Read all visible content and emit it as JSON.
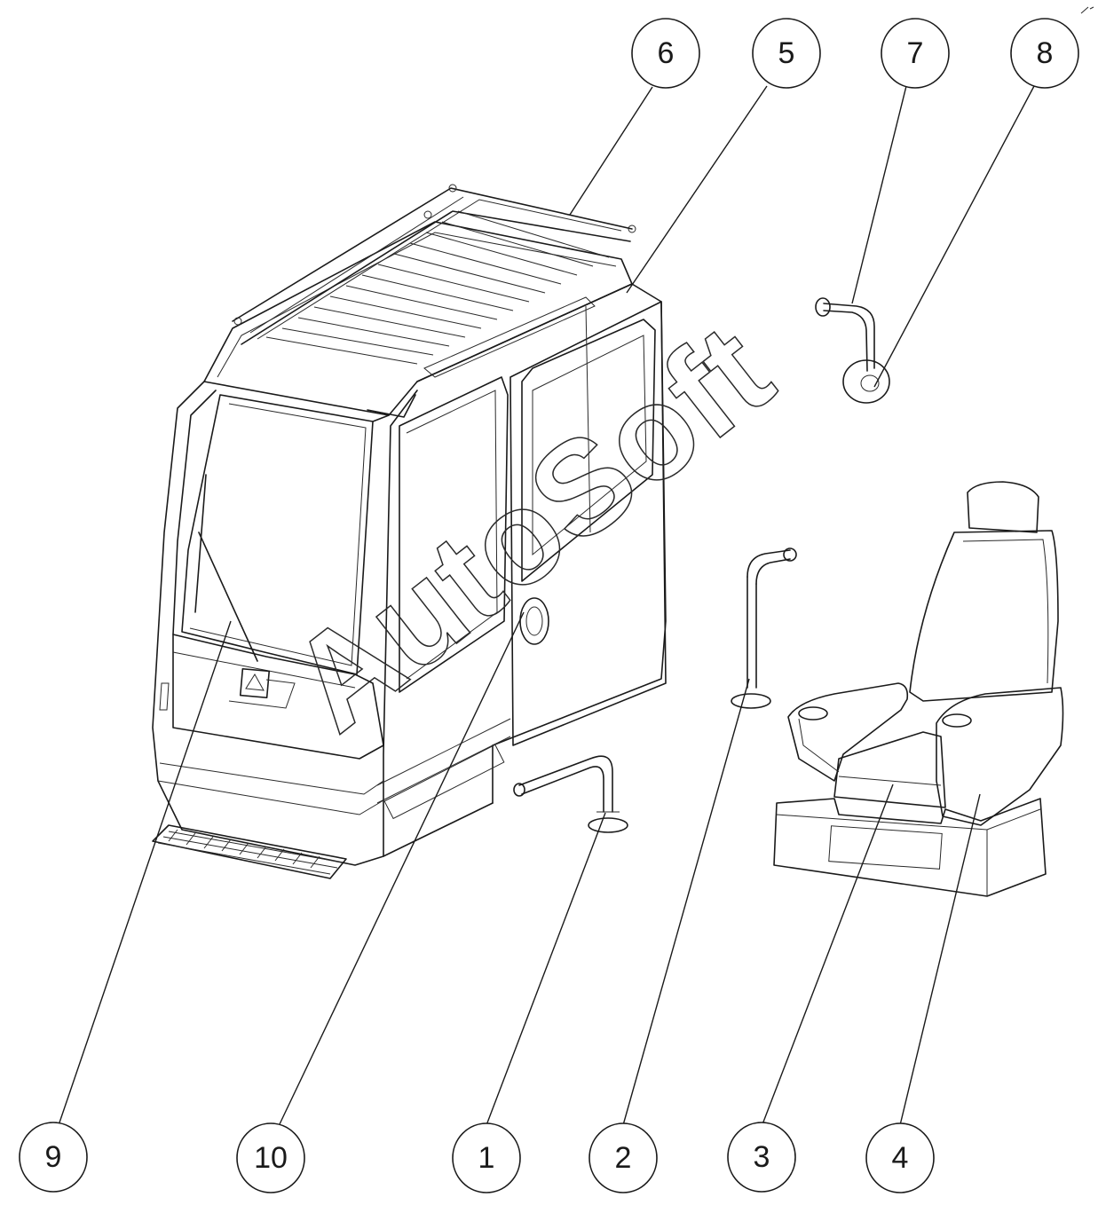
{
  "watermark": "AutoSoft",
  "callouts": [
    {
      "id": "6",
      "label": "6"
    },
    {
      "id": "5",
      "label": "5"
    },
    {
      "id": "7",
      "label": "7"
    },
    {
      "id": "8",
      "label": "8"
    },
    {
      "id": "9",
      "label": "9"
    },
    {
      "id": "10",
      "label": "10"
    },
    {
      "id": "1",
      "label": "1"
    },
    {
      "id": "2",
      "label": "2"
    },
    {
      "id": "3",
      "label": "3"
    },
    {
      "id": "4",
      "label": "4"
    }
  ]
}
